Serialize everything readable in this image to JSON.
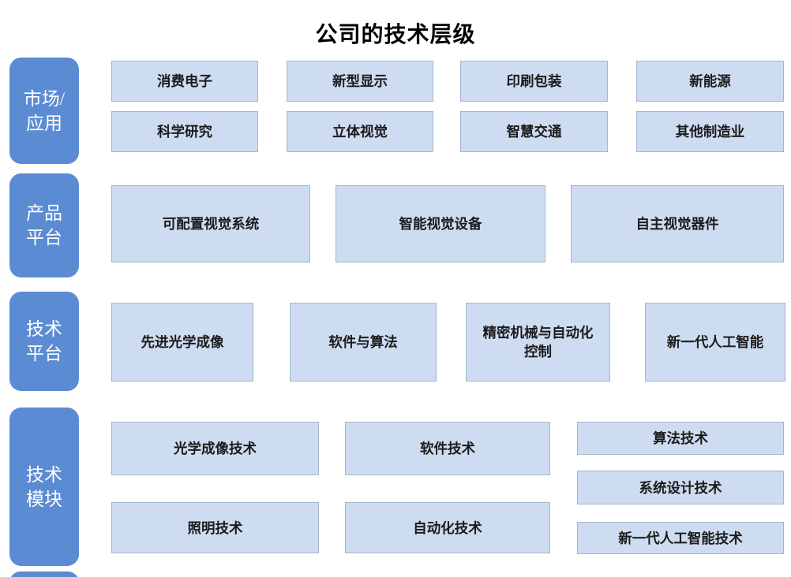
{
  "title": "公司的技术层级",
  "colors": {
    "side_label_bg": "#5B8BD3",
    "box_bg": "#CEDCF1",
    "box_border": "#A3B5CE",
    "box_text": "#1b1b1b",
    "side_label_text": "#ffffff"
  },
  "sections": {
    "market": {
      "label": "市场/应用",
      "label_lines": [
        "市场/",
        "应用"
      ],
      "items": [
        "消费电子",
        "新型显示",
        "印刷包装",
        "新能源",
        "科学研究",
        "立体视觉",
        "智慧交通",
        "其他制造业"
      ]
    },
    "product": {
      "label": "产品平台",
      "label_lines": [
        "产品",
        "平台"
      ],
      "items": [
        "可配置视觉系统",
        "智能视觉设备",
        "自主视觉器件"
      ]
    },
    "tech_platform": {
      "label": "技术平台",
      "label_lines": [
        "技术",
        "平台"
      ],
      "items": [
        "先进光学成像",
        "软件与算法",
        "精密机械与自动化\n控制",
        "新一代人工智能"
      ]
    },
    "tech_module": {
      "label": "技术模块",
      "label_lines": [
        "技术",
        "模块"
      ],
      "items": [
        "光学成像技术",
        "软件技术",
        "算法技术",
        "系统设计技术",
        "照明技术",
        "自动化技术",
        "新一代人工智能技术"
      ]
    }
  }
}
